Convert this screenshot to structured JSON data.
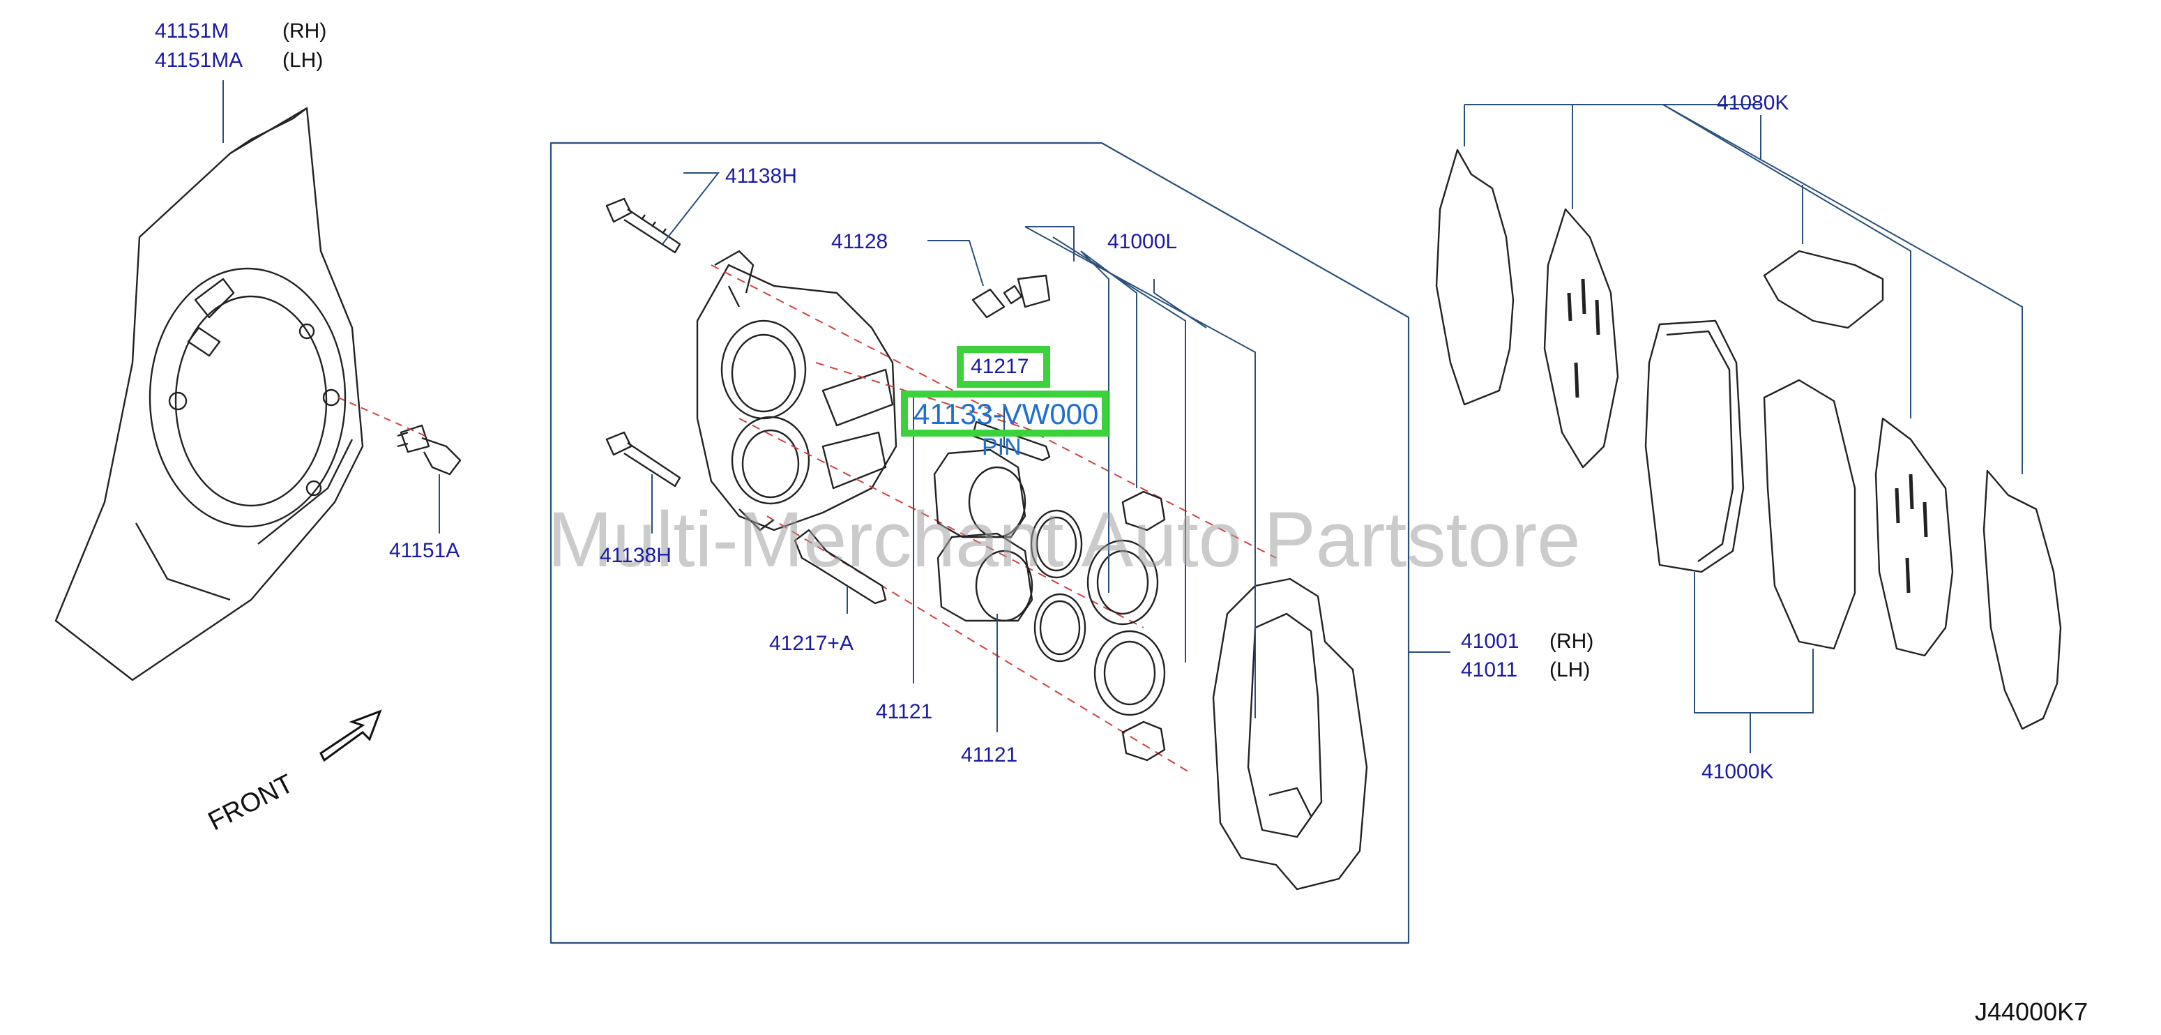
{
  "watermark": "Multi-Merchant Auto Partstore",
  "diagram_code": "J44000K7",
  "front_label": "FRONT",
  "labels": {
    "p41151M": "41151M",
    "p41151M_side": "(RH)",
    "p41151MA": "41151MA",
    "p41151MA_side": "(LH)",
    "p41151A": "41151A",
    "p41138H_top": "41138H",
    "p41138H_bottom": "41138H",
    "p41128": "41128",
    "p41000L": "41000L",
    "p41217": "41217",
    "p41133": "41133-VW000",
    "pin": "PIN",
    "p41217A": "41217+A",
    "p41121_a": "41121",
    "p41121_b": "41121",
    "p41001": "41001",
    "p41001_side": "(RH)",
    "p41011": "41011",
    "p41011_side": "(LH)",
    "p41080K": "41080K",
    "p41000K": "41000K"
  },
  "colors": {
    "label_blue": "#1a1aa6",
    "leader_blue": "#2a4f7a",
    "highlight_green": "#3cd23c",
    "dash_red": "#d04040",
    "line_art": "#222222"
  }
}
